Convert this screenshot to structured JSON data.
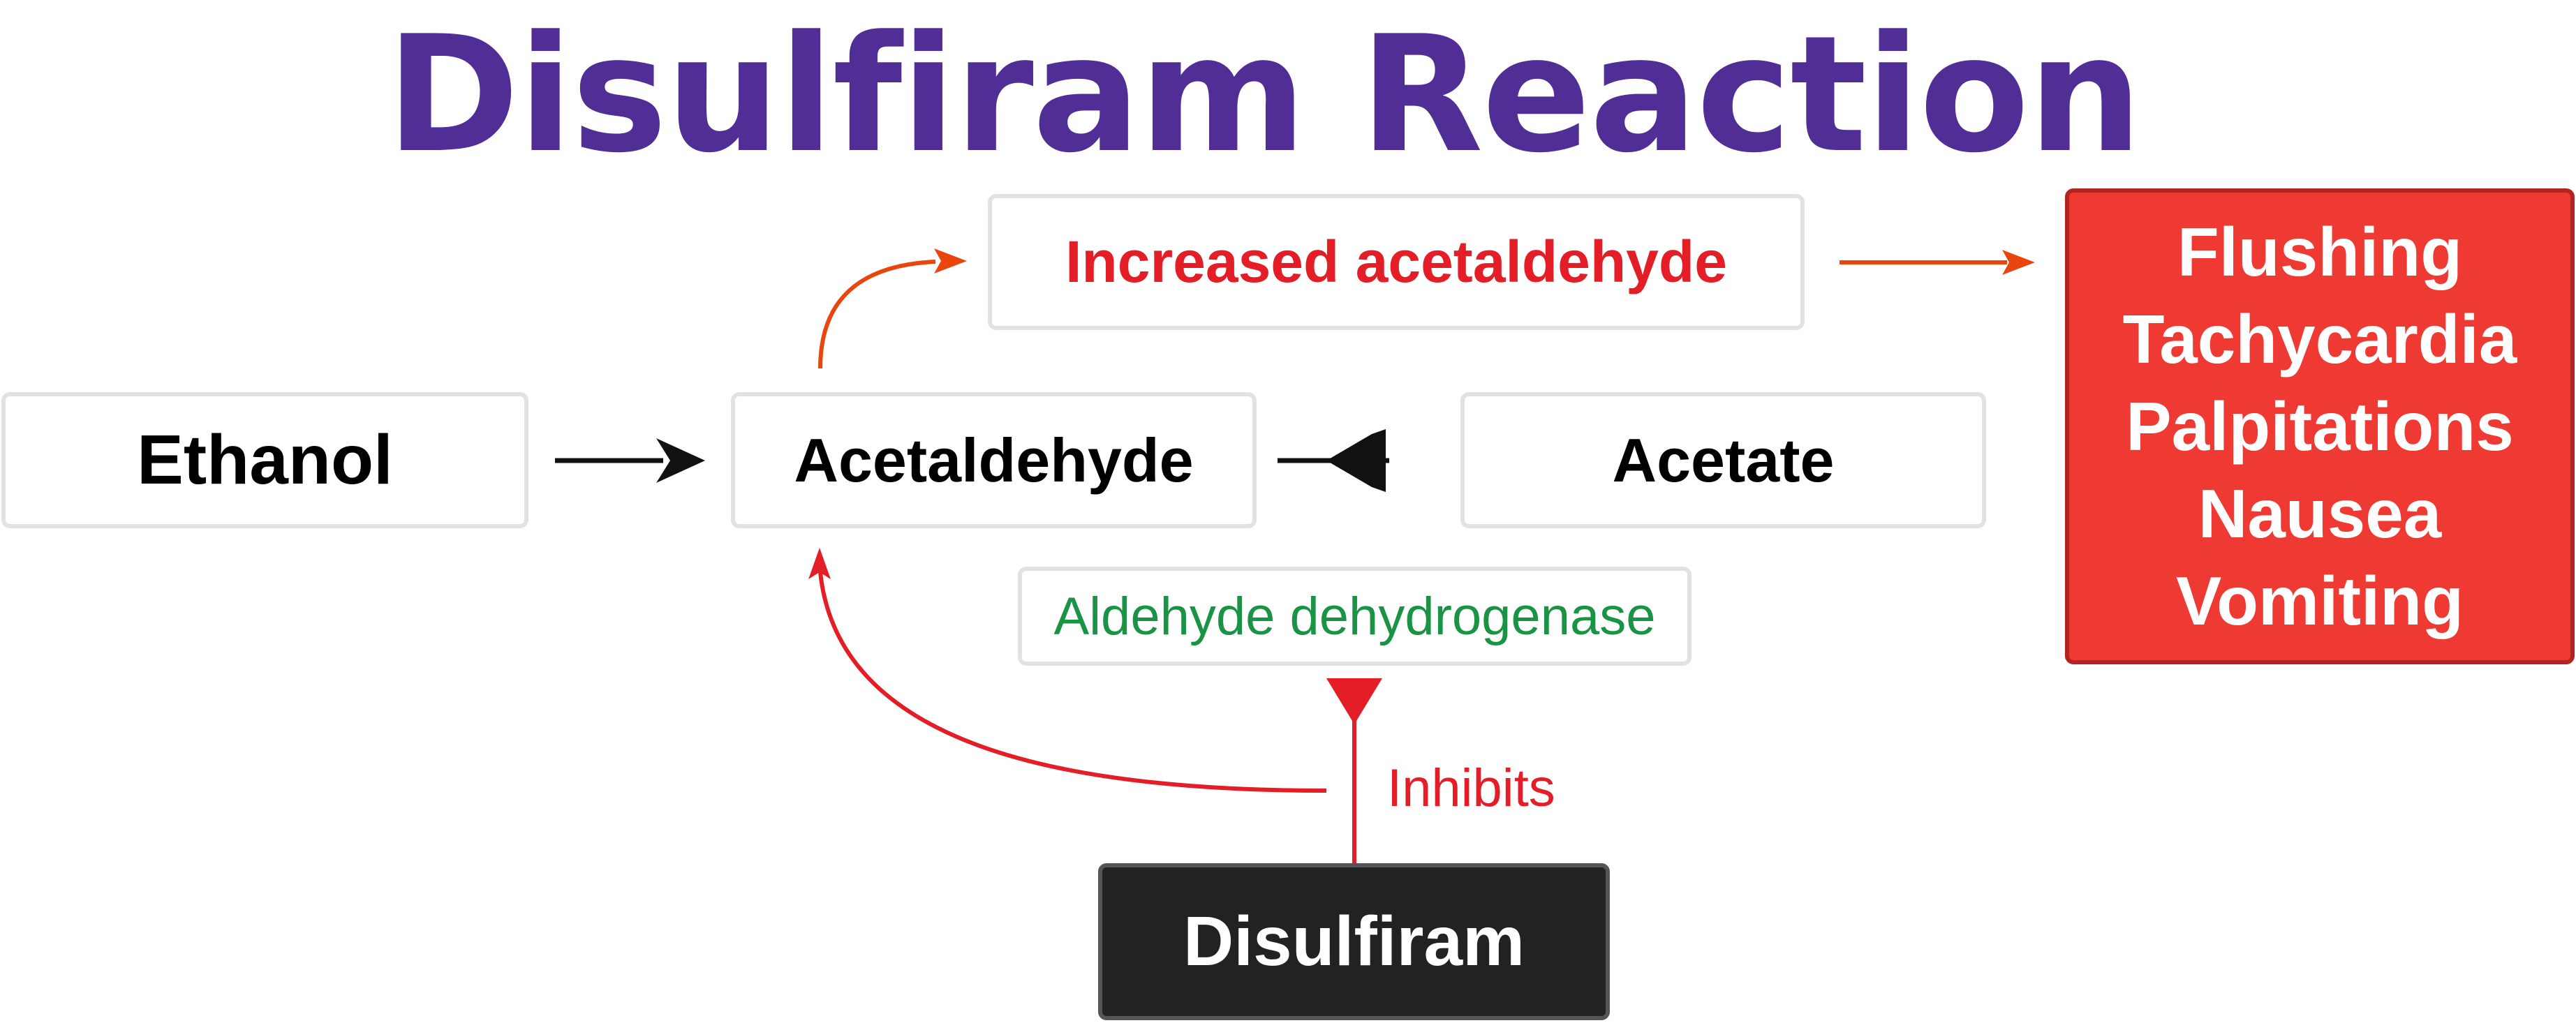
{
  "title": "Disulfiram Reaction",
  "nodes": {
    "ethanol": "Ethanol",
    "acetaldehyde": "Acetaldehyde",
    "acetate": "Acetate",
    "increased_acetaldehyde": "Increased acetaldehyde",
    "enzyme": "Aldehyde dehydrogenase",
    "drug": "Disulfiram"
  },
  "edge_labels": {
    "inhibits": "Inhibits"
  },
  "symptoms": [
    "Flushing",
    "Tachycardia",
    "Palpitations",
    "Nausea",
    "Vomiting"
  ],
  "colors": {
    "title": "#512d96",
    "red": "#e31e27",
    "orange": "#e8450f",
    "green": "#1a9345",
    "symptom_box": "#ef3a34",
    "symptom_border": "#b32420",
    "drug_box": "#222222",
    "box_border": "#e2e2e2"
  }
}
